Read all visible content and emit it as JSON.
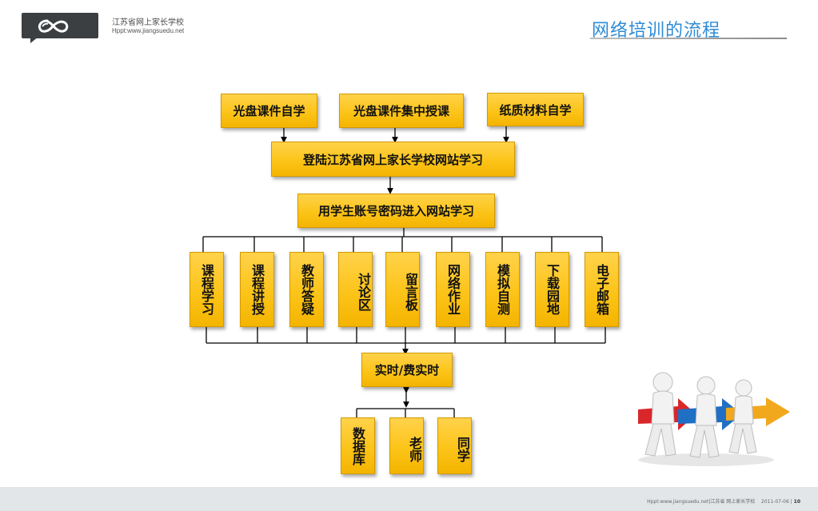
{
  "header": {
    "org_name": "江苏省网上家长学校",
    "org_url": "Hppt:www.jiangsuedu.net",
    "title": "网络培训的流程"
  },
  "diagram": {
    "sources": [
      "光盘课件自学",
      "光盘课件集中授课",
      "纸质材料自学"
    ],
    "login": "登陆江苏省网上家长学校网站学习",
    "account": "用学生账号密码进入网站学习",
    "modules": [
      "课程学习",
      "课程讲授",
      "教师答疑",
      "讨论区",
      "留言板",
      "网络作业",
      "模拟自测",
      "下载园地",
      "电子邮箱"
    ],
    "mode": "实时/费实时",
    "targets": [
      "数据库",
      "老师",
      "同学"
    ]
  },
  "footer": {
    "text": "Hppt:www.jiangsuedu.net|江苏省 网上家长学校",
    "date": "2011-07-06",
    "page": "10"
  },
  "colors": {
    "box": "#fcc419",
    "title": "#2e8bd6",
    "logo": "#3b3f42",
    "footer_bg": "#e3e6e8"
  }
}
